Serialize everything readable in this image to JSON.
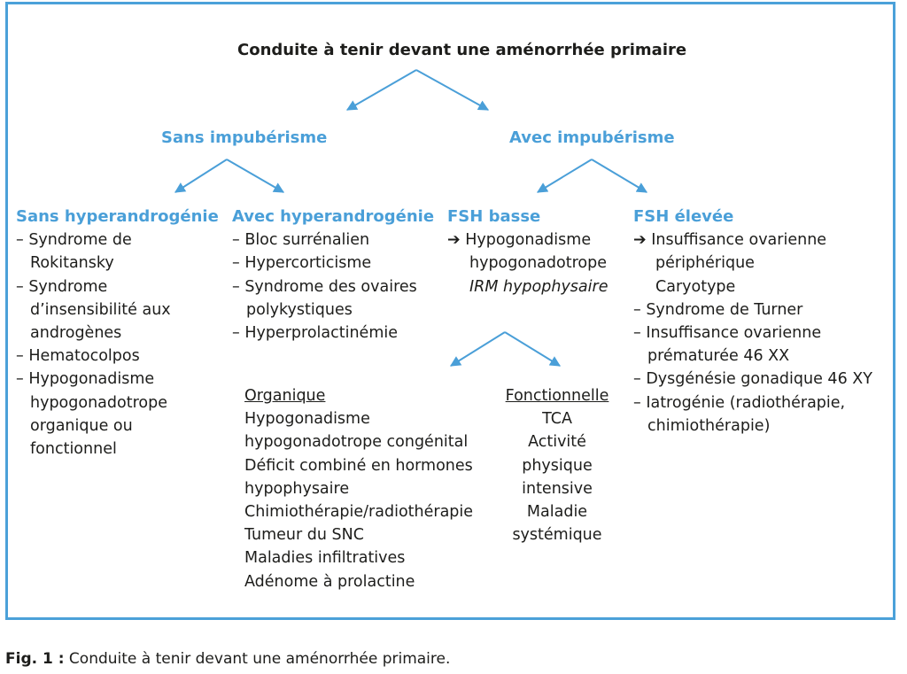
{
  "title": "Conduite à tenir devant une aménorrhée primaire",
  "level1": {
    "left": "Sans impubérisme",
    "right": "Avec impubérisme"
  },
  "sans_hyperandrogenie": {
    "heading": "Sans hyperandrogénie",
    "lines": [
      "– Syndrome de",
      "Rokitansky",
      "– Syndrome",
      "d’insensibilité aux",
      "androgènes",
      "– Hematocolpos",
      "– Hypogonadisme",
      "hypogonadotrope",
      "organique ou",
      "fonctionnel"
    ]
  },
  "avec_hyperandrogenie": {
    "heading": "Avec hyperandrogénie",
    "lines": [
      "– Bloc surrénalien",
      "– Hypercorticisme",
      "– Syndrome des ovaires",
      "polykystiques",
      "– Hyperprolactinémie"
    ]
  },
  "fsh_basse": {
    "heading": "FSH basse",
    "lines": [
      "➔ Hypogonadisme",
      "hypogonadotrope",
      "IRM hypophysaire"
    ]
  },
  "fsh_elevee": {
    "heading": "FSH élevée",
    "lines": [
      "➔ Insuffisance ovarienne",
      "périphérique",
      "Caryotype",
      "– Syndrome de Turner",
      "– Insuffisance ovarienne",
      "prématurée 46 XX",
      "– Dysgénésie gonadique 46 XY",
      "– Iatrogénie (radiothérapie,",
      "chimiothérapie)"
    ]
  },
  "organique": {
    "heading": "Organique",
    "lines": [
      "Hypogonadisme",
      "hypogonadotrope congénital",
      "Déficit combiné en hormones",
      "hypophysaire",
      "Chimiothérapie/radiothérapie",
      "Tumeur du SNC",
      "Maladies infiltratives",
      "Adénome à prolactine"
    ]
  },
  "fonctionnelle": {
    "heading": "Fonctionnelle",
    "lines": [
      "TCA",
      "Activité",
      "physique",
      "intensive",
      "Maladie",
      "systémique"
    ]
  },
  "caption": {
    "label": "Fig. 1 :",
    "text": " Conduite à tenir devant une aménorrhée primaire."
  },
  "colors": {
    "accent": "#4a9fd8",
    "border": "#4ba1d9",
    "text": "#1d1d1b"
  }
}
